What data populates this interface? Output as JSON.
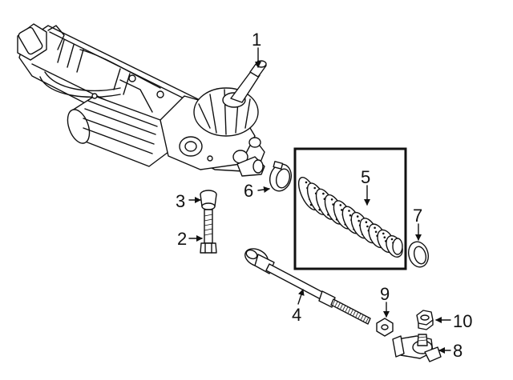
{
  "callouts": [
    {
      "id": "1",
      "label": "1"
    },
    {
      "id": "2",
      "label": "2"
    },
    {
      "id": "3",
      "label": "3"
    },
    {
      "id": "4",
      "label": "4"
    },
    {
      "id": "5",
      "label": "5"
    },
    {
      "id": "6",
      "label": "6"
    },
    {
      "id": "7",
      "label": "7"
    },
    {
      "id": "8",
      "label": "8"
    },
    {
      "id": "9",
      "label": "9"
    },
    {
      "id": "10",
      "label": "10"
    }
  ],
  "highlighted_part": "5",
  "colors": {
    "line": "#111111",
    "background": "#ffffff",
    "shade": "#d9d9d9"
  }
}
